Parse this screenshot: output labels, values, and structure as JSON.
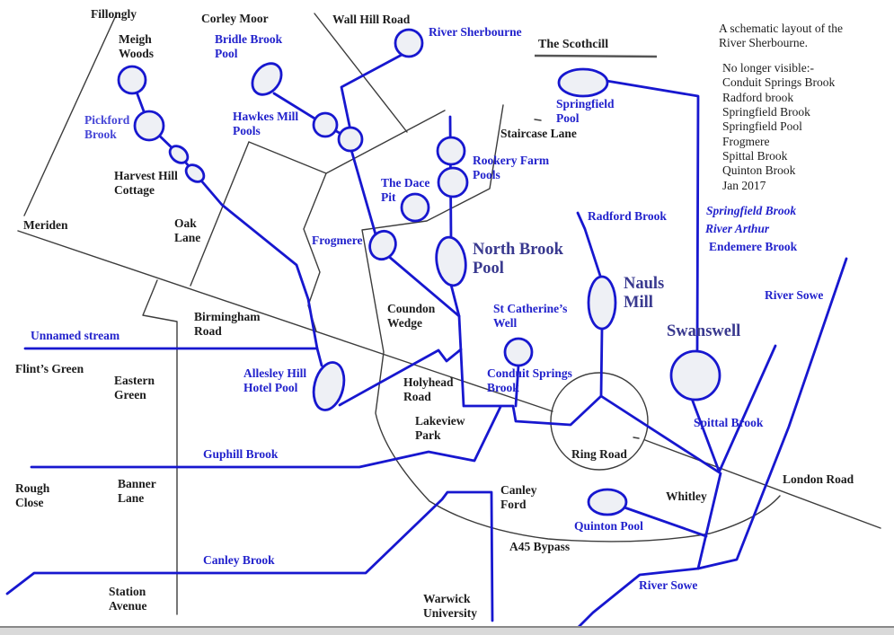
{
  "title": "A schematic layout of the River Sherbourne",
  "colors": {
    "stream_blue": "#1717cf",
    "label_blue": "#2222cc",
    "label_blue_light": "#4545d6",
    "big_label_navy": "#39398f",
    "road_black": "#3c3c3c",
    "pool_fill": "#eef0f5",
    "bottom_bar": "#d9d9d9"
  },
  "notes": {
    "intro": "A schematic layout of the\nRiver Sherbourne.",
    "missing": "No longer visible:-\nConduit Springs Brook\nRadford brook\nSpringfield Brook\nSpringfield Pool\nFrogmere\nSpittal Brook\nQuinton Brook\nJan 2017"
  },
  "labels": {
    "fillongly": "Fillongly",
    "meigh_woods": "Meigh\nWoods",
    "corley_moor": "Corley Moor",
    "bridle_brook_pool": "Bridle Brook\nPool",
    "wall_hill_road": "Wall Hill Road",
    "river_sherbourne": "River Sherbourne",
    "the_scothcill": "The Scothcill",
    "pickford_brook": "Pickford\nBrook",
    "hawkes_mill_pools": "Hawkes Mill\nPools",
    "harvest_hill_cottage": "Harvest Hill\nCottage",
    "springfield_pool": "Springfield\nPool",
    "staircase_lane": "Staircase Lane",
    "rookery_farm_pools": "Rookery Farm\nPools",
    "the_dace_pit": "The Dace\nPit",
    "meriden": "Meriden",
    "oak_lane": "Oak\nLane",
    "frogmere": "Frogmere",
    "north_brook_pool": "North Brook\nPool",
    "radford_brook": "Radford Brook",
    "springfield_brook": "Springfield Brook",
    "river_arthur": "River Arthur",
    "endemere_brook": "Endemere Brook",
    "river_sowe_top": "River Sowe",
    "nauls_mill": "Nauls\nMill",
    "swanswell": "Swanswell",
    "birmingham_road": "Birmingham\nRoad",
    "unnamed_stream": "Unnamed stream",
    "flints_green": "Flint’s Green",
    "eastern_green": "Eastern\nGreen",
    "allesley_hill_hotel_pool": "Allesley Hill\nHotel Pool",
    "coundon_wedge": "Coundon\nWedge",
    "st_catherines_well": "St Catherine’s\nWell",
    "conduit_springs_brook": "Conduit Springs\nBrook",
    "holyhead_road": "Holyhead\nRoad",
    "lakeview_park": "Lakeview\nPark",
    "ring_road": "Ring Road",
    "spittal_brook": "Spittal Brook",
    "guphill_brook": "Guphill Brook",
    "rough_close": "Rough\nClose",
    "banner_lane": "Banner\nLane",
    "canley_ford": "Canley\nFord",
    "whitley": "Whitley",
    "london_road": "London Road",
    "quinton_pool": "Quinton Pool",
    "a45_bypass": "A45 Bypass",
    "canley_brook": "Canley Brook",
    "station_avenue": "Station\nAvenue",
    "warwick_university": "Warwick\nUniversity",
    "river_sowe_bottom": "River Sowe"
  }
}
